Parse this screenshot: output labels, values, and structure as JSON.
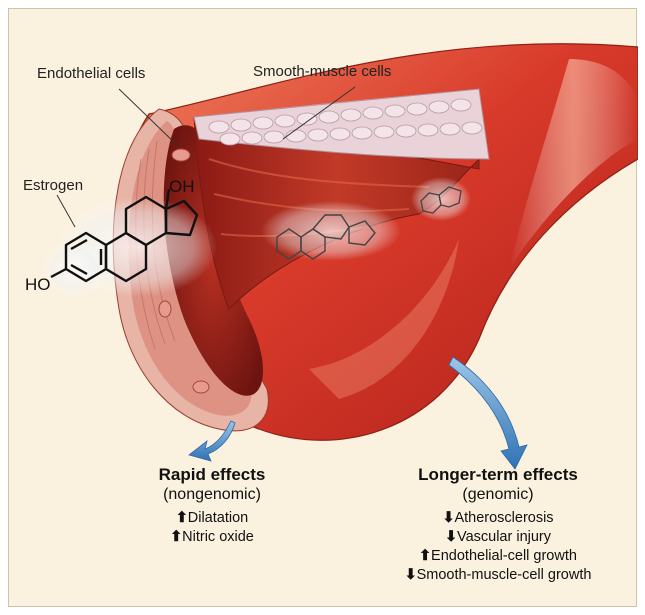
{
  "labels": {
    "endothelial": "Endothelial cells",
    "smooth_muscle": "Smooth-muscle cells",
    "estrogen": "Estrogen",
    "oh": "OH",
    "ho": "HO"
  },
  "rapid": {
    "title": "Rapid effects",
    "subtitle": "(nongenomic)",
    "items": [
      {
        "arrow": "⬆",
        "text": "Dilatation"
      },
      {
        "arrow": "⬆",
        "text": "Nitric oxide"
      }
    ]
  },
  "longer": {
    "title": "Longer-term effects",
    "subtitle": "(genomic)",
    "items": [
      {
        "arrow": "⬇",
        "text": "Atherosclerosis"
      },
      {
        "arrow": "⬇",
        "text": "Vascular injury"
      },
      {
        "arrow": "⬆",
        "text": "Endothelial-cell growth"
      },
      {
        "arrow": "⬇",
        "text": "Smooth-muscle-cell growth"
      }
    ]
  },
  "colors": {
    "background": "#fbf1df",
    "vessel_outer": "#d8382a",
    "vessel_inner": "#8e1a14",
    "arrow_blue": "#3f86c4"
  }
}
